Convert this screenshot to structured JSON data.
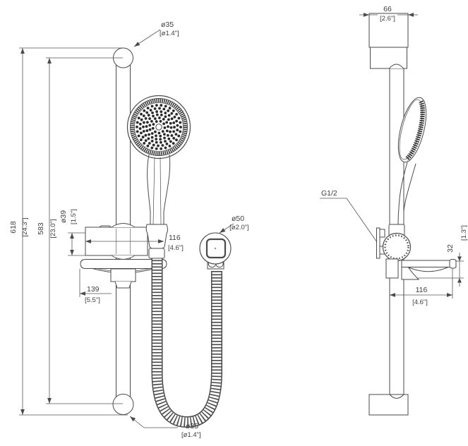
{
  "drawing": {
    "type": "technical-drawing",
    "product": "shower slide bar set with hand shower, soap dish and wall outlet hose",
    "units_note": "mm [inch]",
    "colors": {
      "background": "#ffffff",
      "line": "#4a4a4a",
      "text": "#3e3e3e",
      "dark_fill": "#2e2e2e"
    },
    "front_view": {
      "dim_top_cap": {
        "mm": "ø35",
        "inch": "[ø1.4\"]"
      },
      "dim_overall_height": {
        "mm": "618",
        "inch": "[24.3\"]"
      },
      "dim_bar_span": {
        "mm": "583",
        "inch": "[23.0\"]"
      },
      "dim_slider": {
        "mm": "ø39",
        "inch": "[1.5\"]"
      },
      "dim_slider_width": {
        "mm": "116",
        "inch": "[4.6\"]"
      },
      "dim_soap_dish": {
        "mm": "139",
        "inch": "[5.5\"]"
      },
      "dim_wall_outlet": {
        "mm": "ø50",
        "inch": "[ø2.0\"]"
      },
      "dim_bottom_cap": {
        "mm": "ø35",
        "inch": "[ø1.4\"]"
      }
    },
    "side_view": {
      "dim_bracket_width": {
        "mm": "66",
        "inch": "[2.6\"]"
      },
      "thread_label": "G1/2",
      "dim_dish_height": {
        "mm": "32",
        "inch": "[1.3\"]"
      },
      "dim_dish_depth": {
        "mm": "116",
        "inch": "[4.6\"]"
      }
    }
  }
}
